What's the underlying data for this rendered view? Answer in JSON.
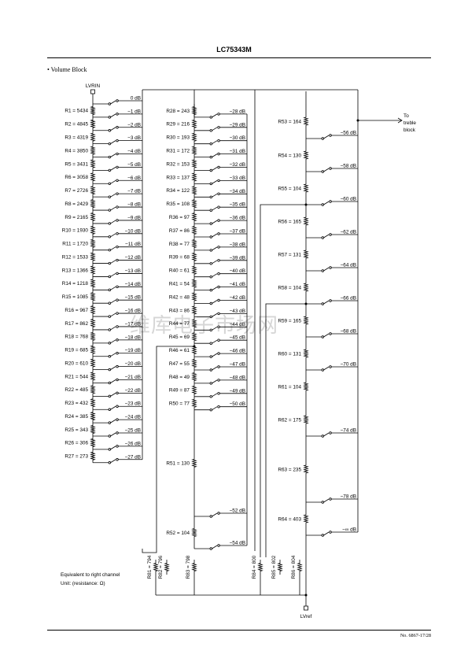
{
  "header": {
    "title": "LC75343M"
  },
  "section": {
    "title": "• Volume Block"
  },
  "footer": {
    "page_number": "No. 6867-17/28"
  },
  "watermark": {
    "text": "维库电子市场网"
  },
  "nodes": {
    "input": "LVRIN",
    "ref": "LVref",
    "output_line1": "To",
    "output_line2": "treble",
    "output_line3": "block"
  },
  "notes": {
    "line1": "Equivalent to right channel",
    "line2": "Unit: (resistance: Ω)"
  },
  "col1": {
    "resistors": [
      "R1 = 5434",
      "R2 = 4845",
      "R3 = 4319",
      "R4 = 3850",
      "R5 = 3431",
      "R6 = 3058",
      "R7 = 2726",
      "R8 = 2429",
      "R9 = 2165",
      "R10 = 1930",
      "R11 = 1720",
      "R12 = 1533",
      "R13 = 1366",
      "R14 = 1218",
      "R15 = 1085",
      "R16 = 967",
      "R17 = 862",
      "R18 = 768",
      "R19 = 685",
      "R20 = 610",
      "R21 = 544",
      "R22 = 485",
      "R23 = 432",
      "R24 = 385",
      "R25 = 343",
      "R26 = 306",
      "R27 = 273"
    ],
    "taps": [
      "0 dB",
      "−1 dB",
      "−2 dB",
      "−3 dB",
      "−4 dB",
      "−5 dB",
      "−6 dB",
      "−7 dB",
      "−8 dB",
      "−9 dB",
      "−10 dB",
      "−11 dB",
      "−12 dB",
      "−13 dB",
      "−14 dB",
      "−15 dB",
      "−16 dB",
      "−17 dB",
      "−18 dB",
      "−19 dB",
      "−20 dB",
      "−21 dB",
      "−22 dB",
      "−23 dB",
      "−24 dB",
      "−25 dB",
      "−26 dB",
      "−27 dB"
    ]
  },
  "col2": {
    "resistors": [
      "R28 = 243",
      "R29 = 216",
      "R30 = 193",
      "R31 = 172",
      "R32 = 153",
      "R33 = 137",
      "R34 = 122",
      "R35 = 108",
      "R36 = 97",
      "R37 = 86",
      "R38 = 77",
      "R39 = 68",
      "R40 = 61",
      "R41 = 54",
      "R42 = 48",
      "R43 = 86",
      "R44 = 77",
      "R45 = 69",
      "R46 = 61",
      "R47 = 55",
      "R48 = 49",
      "R49 = 87",
      "R50 = 77",
      "R51 = 130",
      "R52 = 104"
    ],
    "taps": [
      "−28 dB",
      "−29 dB",
      "−30 dB",
      "−31 dB",
      "−32 dB",
      "−33 dB",
      "−34 dB",
      "−35 dB",
      "−36 dB",
      "−37 dB",
      "−38 dB",
      "−39 dB",
      "−40 dB",
      "−41 dB",
      "−42 dB",
      "−43 dB",
      "−44 dB",
      "−45 dB",
      "−46 dB",
      "−47 dB",
      "−48 dB",
      "−49 dB",
      "−50 dB",
      "−52 dB",
      "−54 dB"
    ]
  },
  "col3": {
    "resistors": [
      "R53 = 164",
      "R54 = 130",
      "R55 = 104",
      "R56 = 165",
      "R57 = 131",
      "R58 = 104",
      "R59 = 165",
      "R60 = 131",
      "R61 = 104",
      "R62 = 175",
      "R63 = 235",
      "R64 = 403"
    ],
    "taps": [
      "−56 dB",
      "−58 dB",
      "−60 dB",
      "−62 dB",
      "−64 dB",
      "−66 dB",
      "−68 dB",
      "−70 dB",
      "−74 dB",
      "−78 dB",
      "−∞ dB"
    ]
  },
  "bottom_resistors": [
    "R81 = 794",
    "R82 = 796",
    "R83 = 798",
    "R84 = 800",
    "R85 = 802",
    "R86 = 804"
  ]
}
